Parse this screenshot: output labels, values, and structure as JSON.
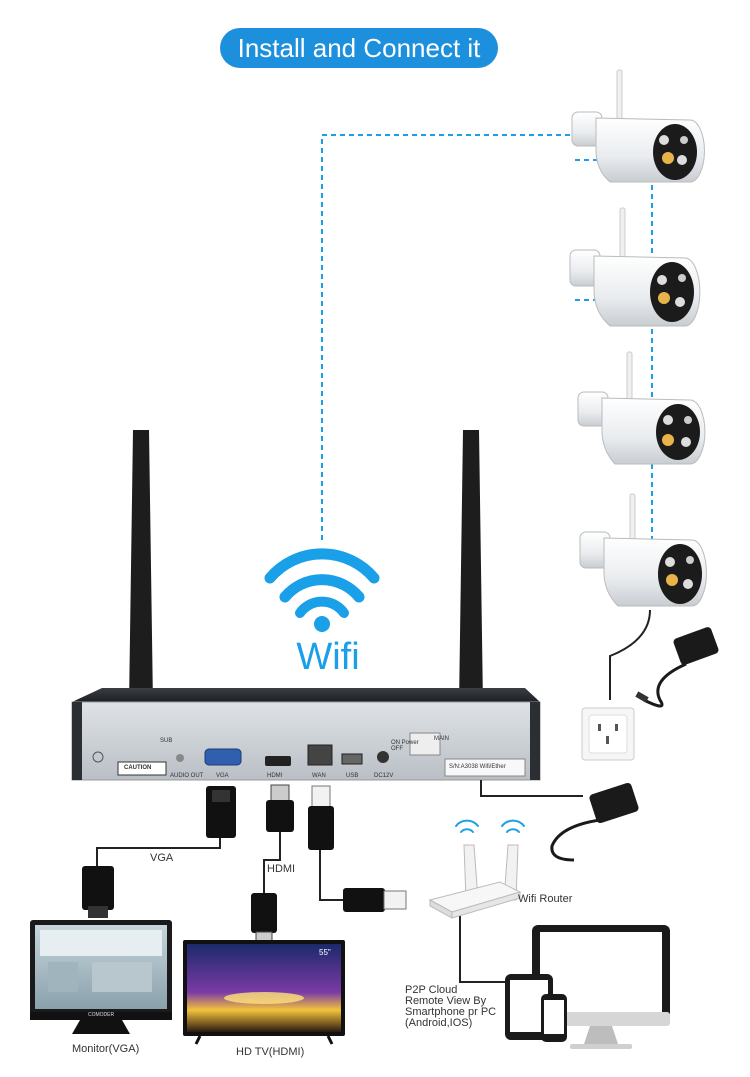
{
  "title": "Install and Connect it",
  "wifi": {
    "label": "Wifi"
  },
  "nvr": {
    "port_labels": [
      "SUB",
      "AUDIO OUT",
      "VGA",
      "HDMI",
      "WAN",
      "USB",
      "DC12V",
      "MAIN"
    ],
    "power_label": "ON Power OFF",
    "caution_label": "CAUTION",
    "sticker_text": "S/N:A3038 Wifi/Ether"
  },
  "labels": {
    "vga": "VGA",
    "hdmi": "HDMI",
    "wifi_router": "Wifi Router",
    "monitor": "Monitor(VGA)",
    "hdtv": "HD TV(HDMI)",
    "tv_size": "55\"",
    "monitor_brand": "COMODER",
    "p2p": [
      "P2P Cloud",
      "Remote View By",
      "Smartphone pr PC",
      "(Android,IOS)"
    ]
  },
  "colors": {
    "accent": "#1c8fdd",
    "wifi": "#1aa0e8",
    "dash": "#1aa0e8"
  },
  "icons": [
    "wifi-icon",
    "camera-icon",
    "power-adapter-icon",
    "wall-socket-icon",
    "router-icon"
  ]
}
